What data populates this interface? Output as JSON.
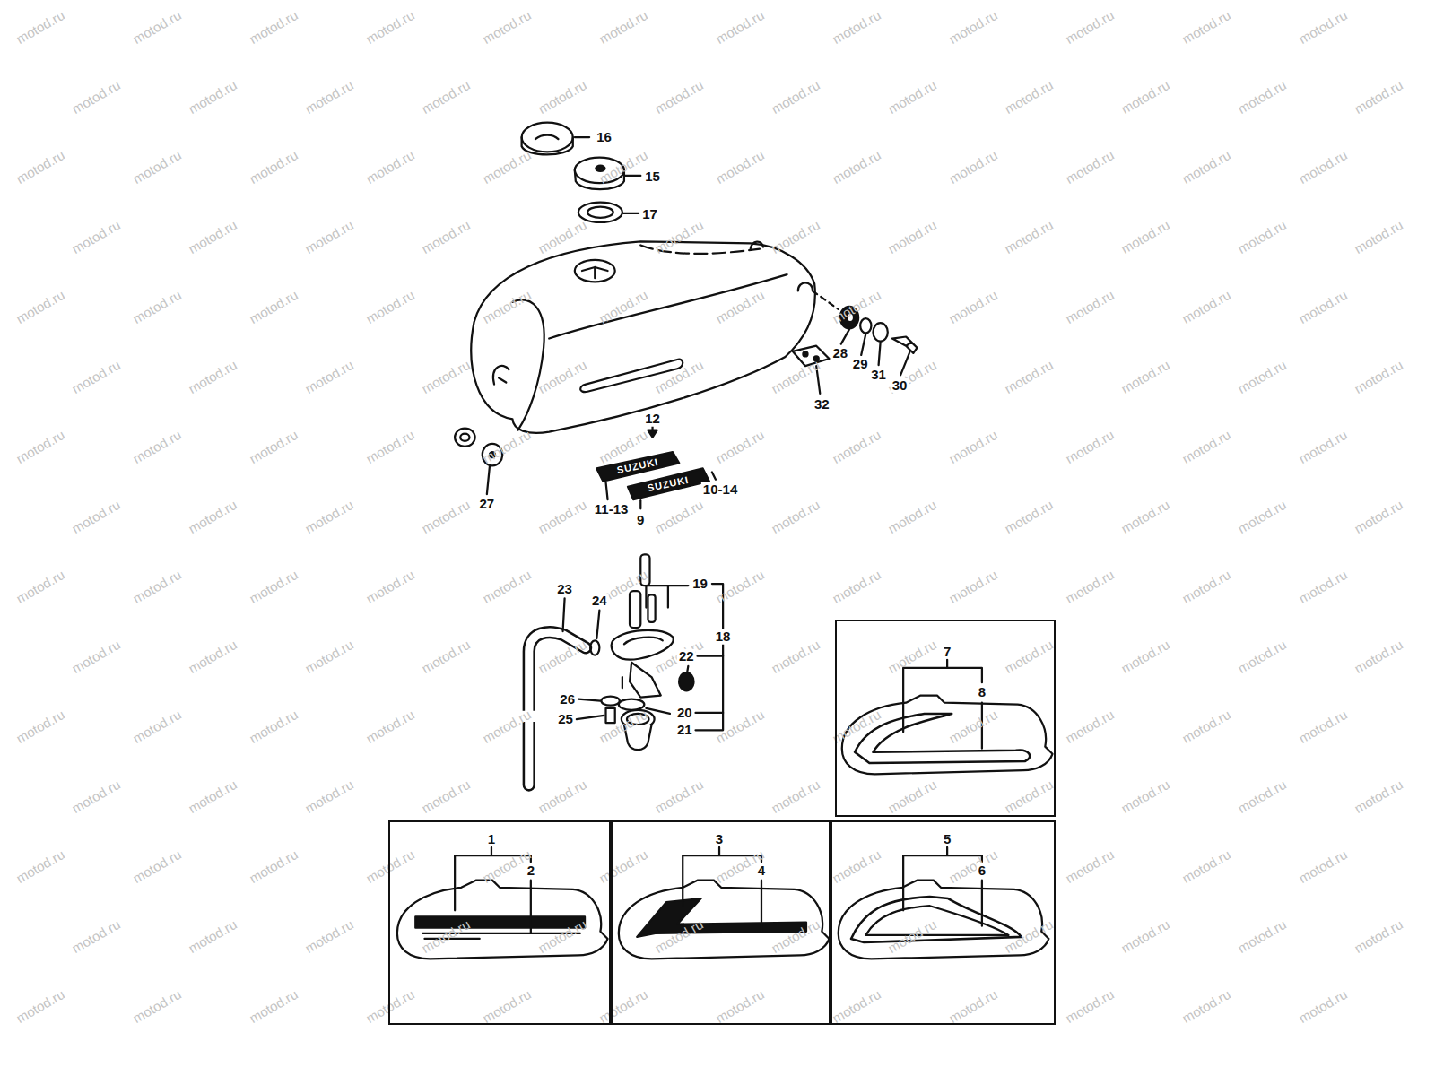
{
  "diagram": {
    "nodes": [
      {
        "text": [
          "7",
          "8"
        ]
      },
      {
        "text": [
          "1",
          "2"
        ]
      },
      {
        "text": [
          "3",
          "4"
        ]
      },
      {
        "text": [
          "5",
          "6"
        ]
      }
    ],
    "labels": [
      "16",
      "15",
      "17",
      "28",
      "29",
      "31",
      "30",
      "32",
      "12",
      "SUZUKI",
      "SUZUKI",
      "11-13",
      "9",
      "10-14",
      "27",
      "23",
      "24",
      "19",
      "18",
      "22",
      "26",
      "20",
      "25",
      "21",
      "motod.ru",
      "motod.ru",
      "motod.ru",
      "motod.ru",
      "motod.ru",
      "motod.ru",
      "motod.ru",
      "motod.ru",
      "motod.ru",
      "motod.ru",
      "motod.ru",
      "motod.ru",
      "motod.ru",
      "motod.ru",
      "motod.ru",
      "motod.ru",
      "motod.ru",
      "motod.ru",
      "motod.ru",
      "motod.ru",
      "motod.ru",
      "motod.ru",
      "motod.ru",
      "motod.ru",
      "motod.ru",
      "motod.ru",
      "motod.ru",
      "motod.ru",
      "motod.ru",
      "motod.ru",
      "motod.ru",
      "motod.ru",
      "motod.ru",
      "motod.ru",
      "motod.ru",
      "motod.ru",
      "motod.ru",
      "motod.ru",
      "motod.ru",
      "motod.ru",
      "motod.ru",
      "motod.ru",
      "motod.ru",
      "motod.ru",
      "motod.ru",
      "motod.ru",
      "motod.ru",
      "motod.ru",
      "motod.ru",
      "motod.ru",
      "motod.ru",
      "motod.ru",
      "motod.ru",
      "motod.ru",
      "motod.ru",
      "motod.ru",
      "motod.ru",
      "motod.ru",
      "motod.ru",
      "motod.ru",
      "motod.ru",
      "motod.ru",
      "motod.ru",
      "motod.ru",
      "motod.ru",
      "motod.ru",
      "motod.ru",
      "motod.ru",
      "motod.ru",
      "motod.ru",
      "motod.ru",
      "motod.ru",
      "motod.ru",
      "motod.ru",
      "motod.ru",
      "motod.ru",
      "motod.ru",
      "motod.ru",
      "motod.ru",
      "motod.ru",
      "motod.ru",
      "motod.ru",
      "motod.ru",
      "motod.ru",
      "motod.ru",
      "motod.ru",
      "motod.ru",
      "motod.ru",
      "motod.ru",
      "motod.ru",
      "motod.ru",
      "motod.ru",
      "motod.ru",
      "motod.ru",
      "motod.ru",
      "motod.ru",
      "motod.ru",
      "motod.ru",
      "motod.ru",
      "motod.ru",
      "motod.ru",
      "motod.ru",
      "motod.ru",
      "motod.ru",
      "motod.ru",
      "motod.ru",
      "motod.ru",
      "motod.ru",
      "motod.ru",
      "motod.ru",
      "motod.ru",
      "motod.ru",
      "motod.ru",
      "motod.ru",
      "motod.ru",
      "motod.ru",
      "motod.ru",
      "motod.ru",
      "motod.ru",
      "motod.ru",
      "motod.ru",
      "motod.ru",
      "motod.ru",
      "motod.ru",
      "motod.ru",
      "motod.ru",
      "motod.ru",
      "motod.ru",
      "motod.ru",
      "motod.ru",
      "motod.ru",
      "motod.ru",
      "motod.ru",
      "motod.ru",
      "motod.ru",
      "motod.ru",
      "motod.ru",
      "motod.ru",
      "motod.ru",
      "motod.ru",
      "motod.ru",
      "motod.ru",
      "motod.ru",
      "motod.ru",
      "motod.ru",
      "motod.ru",
      "motod.ru",
      "motod.ru",
      "motod.ru",
      "motod.ru",
      "motod.ru",
      "motod.ru",
      "motod.ru",
      "motod.ru",
      "motod.ru",
      "motod.ru",
      "motod.ru",
      "motod.ru",
      "motod.ru",
      "motod.ru",
      "motod.ru",
      "motod.ru",
      "motod.ru",
      "motod.ru",
      "motod.ru",
      "motod.ru",
      "motod.ru",
      "motod.ru",
      "motod.ru",
      "motod.ru",
      "motod.ru",
      "motod.ru",
      "motod.ru",
      "motod.ru",
      "motod.ru",
      "motod.ru",
      "motod.ru",
      "motod.ru",
      "motod.ru",
      "motod.ru"
    ]
  }
}
